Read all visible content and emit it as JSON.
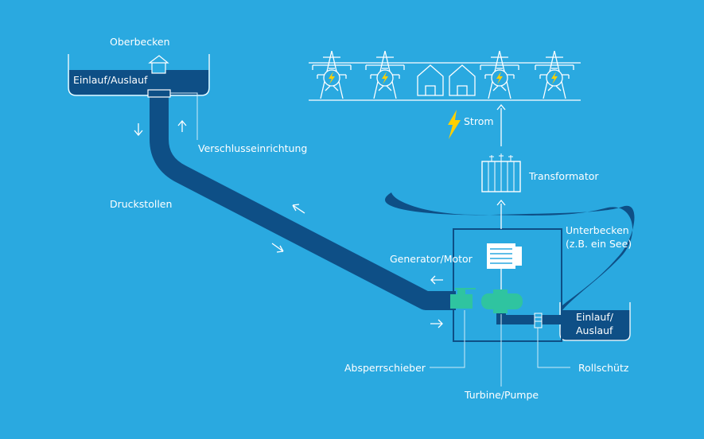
{
  "labels": {
    "upper_basin": "Oberbecken",
    "inlet_outlet_top": "Einlauf/Auslauf",
    "closure_device": "Verschlusseinrichtung",
    "pressure_tunnel": "Druckstollen",
    "power": "Strom",
    "transformer": "Transformator",
    "lower_basin_line1": "Unterbecken",
    "lower_basin_line2": "(z.B. ein See)",
    "generator_motor": "Generator/Motor",
    "inlet_outlet_bottom_line1": "Einlauf/",
    "inlet_outlet_bottom_line2": "Auslauf",
    "gate_valve": "Absperrschieber",
    "roller_gate": "Rollschütz",
    "turbine_pump": "Turbine/Pumpe"
  },
  "icons": [
    "power-pylon-icon",
    "house-icon",
    "lightning-icon",
    "transformer-icon",
    "generator-icon",
    "valve-icon",
    "pump-icon",
    "arrow-icon"
  ],
  "colors": {
    "background": "#2aa9e0",
    "water": "#0e4f86",
    "valve": "#2fc4a0",
    "lightning": "#ffd000",
    "line": "#ffffff"
  }
}
